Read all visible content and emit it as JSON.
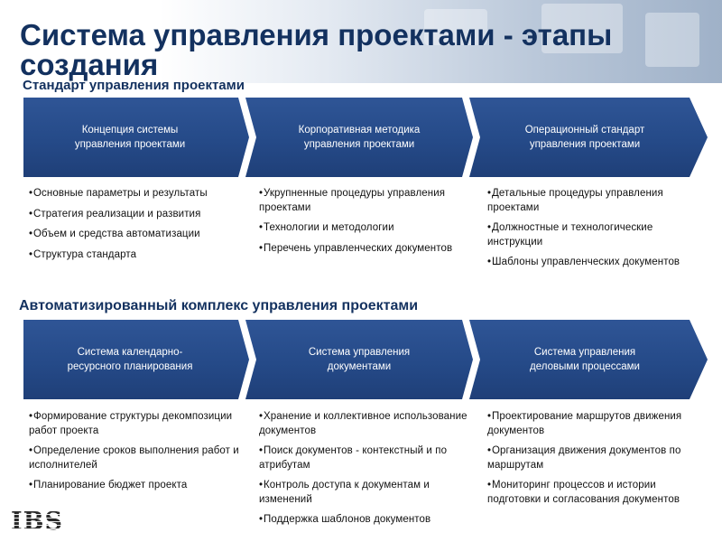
{
  "slide": {
    "title": "Система управления проектами - этапы создания",
    "section1": {
      "heading": "Стандарт управления проектами",
      "stages": [
        {
          "label": "Концепция системы\nуправления проектами",
          "bullets": [
            "Основные параметры и результаты",
            "Стратегия реализации и развития",
            "Объем и средства автоматизации",
            "Структура стандарта"
          ]
        },
        {
          "label": "Корпоративная методика\nуправления проектами",
          "bullets": [
            "Укрупненные процедуры управления проектами",
            "Технологии и методологии",
            "Перечень управленческих документов"
          ]
        },
        {
          "label": "Операционный стандарт\nуправления проектами",
          "bullets": [
            "Детальные процедуры управления проектами",
            "Должностные и технологические инструкции",
            "Шаблоны управленческих документов"
          ]
        }
      ]
    },
    "section2": {
      "heading": "Автоматизированный комплекс управления проектами",
      "stages": [
        {
          "label": "Система календарно-\nресурсного планирования",
          "bullets": [
            "Формирование структуры декомпозиции работ проекта",
            "Определение сроков выполнения работ и исполнителей",
            "Планирование бюджет проекта"
          ]
        },
        {
          "label": "Система управления\nдокументами",
          "bullets": [
            "Хранение и коллективное использование документов",
            "Поиск документов - контекстный и по атрибутам",
            "Контроль доступа к документам и изменений",
            "Поддержка шаблонов документов"
          ]
        },
        {
          "label": "Система управления\nделовыми процессами",
          "bullets": [
            "Проектирование маршрутов движения документов",
            "Организация движения документов по маршрутам",
            "Мониторинг процессов и истории подготовки и согласования документов"
          ]
        }
      ]
    },
    "logo_text": "IBS",
    "colors": {
      "title": "#13315f",
      "chevron": "#254a88",
      "text": "#111111"
    }
  }
}
